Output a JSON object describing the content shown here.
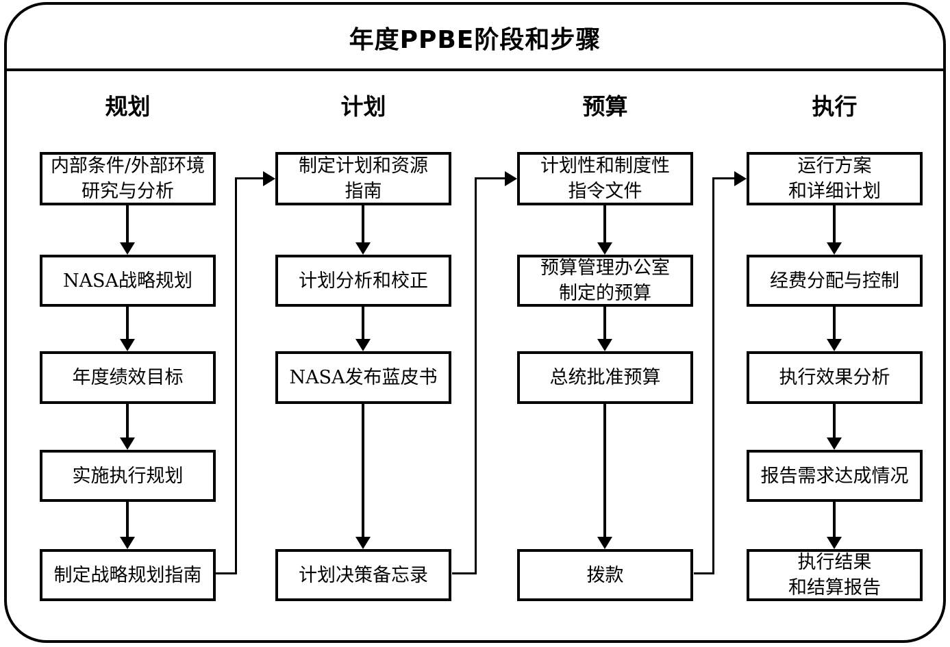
{
  "title": "年度PPBE阶段和步骤",
  "columns": [
    {
      "header": "规划",
      "boxes": [
        {
          "label": "内部条件/外部环境\n研究与分析"
        },
        {
          "label": "NASA战略规划"
        },
        {
          "label": "年度绩效目标"
        },
        {
          "label": "实施执行规划"
        },
        {
          "label": "制定战略规划指南"
        }
      ]
    },
    {
      "header": "计划",
      "boxes": [
        {
          "label": "制定计划和资源\n指南"
        },
        {
          "label": "计划分析和校正"
        },
        {
          "label": "NASA发布蓝皮书"
        },
        {
          "label": "计划决策备忘录"
        }
      ]
    },
    {
      "header": "预算",
      "boxes": [
        {
          "label": "计划性和制度性\n指令文件"
        },
        {
          "label": "预算管理办公室\n制定的预算"
        },
        {
          "label": "总统批准预算"
        },
        {
          "label": "拨款"
        }
      ]
    },
    {
      "header": "执行",
      "boxes": [
        {
          "label": "运行方案\n和详细计划"
        },
        {
          "label": "经费分配与控制"
        },
        {
          "label": "执行效果分析"
        },
        {
          "label": "报告需求达成情况"
        },
        {
          "label": "执行结果\n和结算报告"
        }
      ]
    }
  ],
  "colors": {
    "line": "#000000",
    "background": "#ffffff"
  }
}
